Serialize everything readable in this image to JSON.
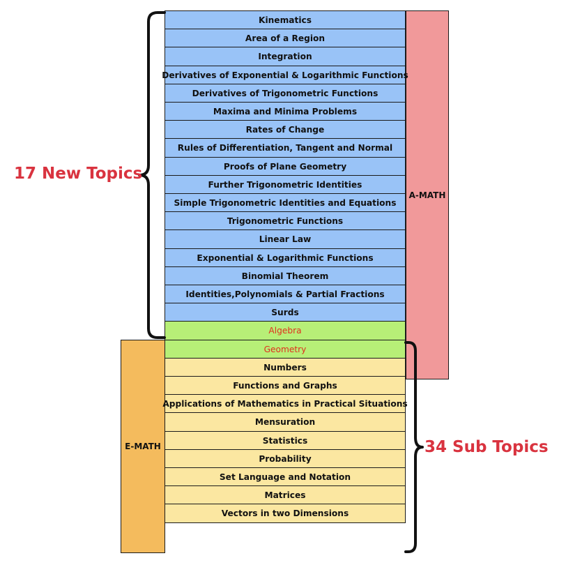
{
  "amath": {
    "label": "A-MATH",
    "topics": [
      "Kinematics",
      "Area of a Region",
      "Integration",
      "Derivatives of Exponential & Logarithmic Functions",
      "Derivatives of Trigonometric Functions",
      "Maxima and Minima Problems",
      "Rates of Change",
      "Rules of Differentiation, Tangent and Normal",
      "Proofs of Plane Geometry",
      "Further Trigonometric Identities",
      "Simple Trigonometric Identities and Equations",
      "Trigonometric Functions",
      "Linear Law",
      "Exponential & Logarithmic Functions",
      "Binomial Theorem",
      "Identities,Polynomials & Partial Fractions",
      "Surds"
    ]
  },
  "shared": {
    "topics": [
      "Algebra",
      "Geometry"
    ]
  },
  "emath": {
    "label": "E-MATH",
    "topics": [
      "Numbers",
      "Functions and Graphs",
      "Applications of Mathematics in Practical Situations",
      "Mensuration",
      "Statistics",
      "Probability",
      "Set Language and Notation",
      "Matrices",
      "Vectors in two Dimensions"
    ]
  },
  "callouts": {
    "new_topics": "17 New Topics",
    "sub_topics": "34 Sub Topics"
  },
  "colors": {
    "amath_row": "#99c3f7",
    "shared_row": "#b7ef77",
    "emath_row": "#fbe7a1",
    "amath_bar": "#f1999a",
    "emath_bar": "#f4bb5d",
    "callout_text": "#d9333f",
    "shared_text": "#e0311e"
  }
}
